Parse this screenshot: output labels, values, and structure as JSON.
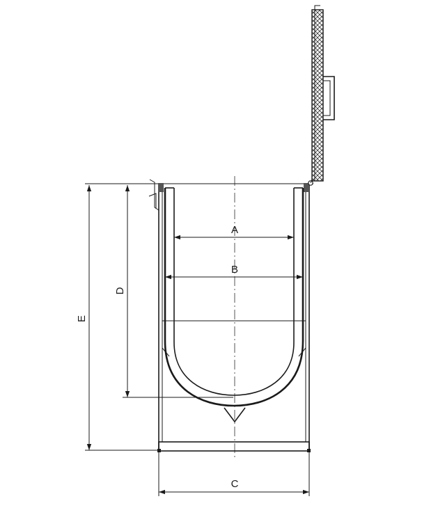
{
  "dimensions": {
    "A": "A",
    "B": "B",
    "C": "C",
    "D": "D",
    "E": "E"
  },
  "colors": {
    "line": "#1a1a1a",
    "background": "#ffffff",
    "seal": "#555555"
  }
}
